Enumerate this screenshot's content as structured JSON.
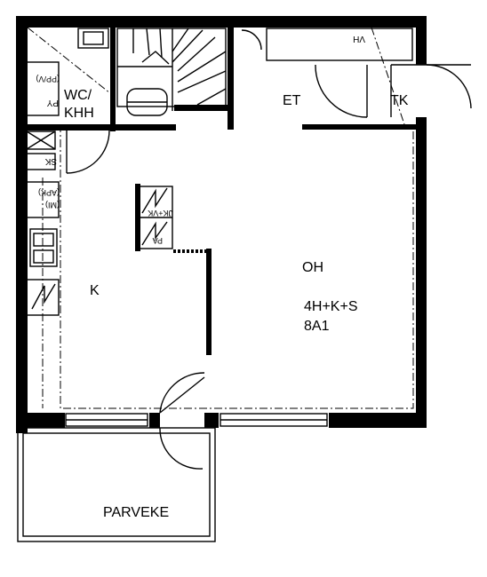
{
  "rooms": {
    "wc": "WC/",
    "khh": "KHH",
    "et": "ET",
    "tk": "TK",
    "k": "K",
    "oh": "OH",
    "parveke": "PARVEKE"
  },
  "apartment": {
    "type": "4H+K+S",
    "id": "8A1"
  },
  "fixtures": {
    "vh": "VH",
    "pp_v": "(PP/V)",
    "py": "PY",
    "sk": "SK",
    "apk_mi": [
      "(APK)",
      "(MI)"
    ],
    "jk_vk": "JK+VK",
    "pa": "PA"
  },
  "colors": {
    "ink": "#000000",
    "paper": "#ffffff"
  }
}
